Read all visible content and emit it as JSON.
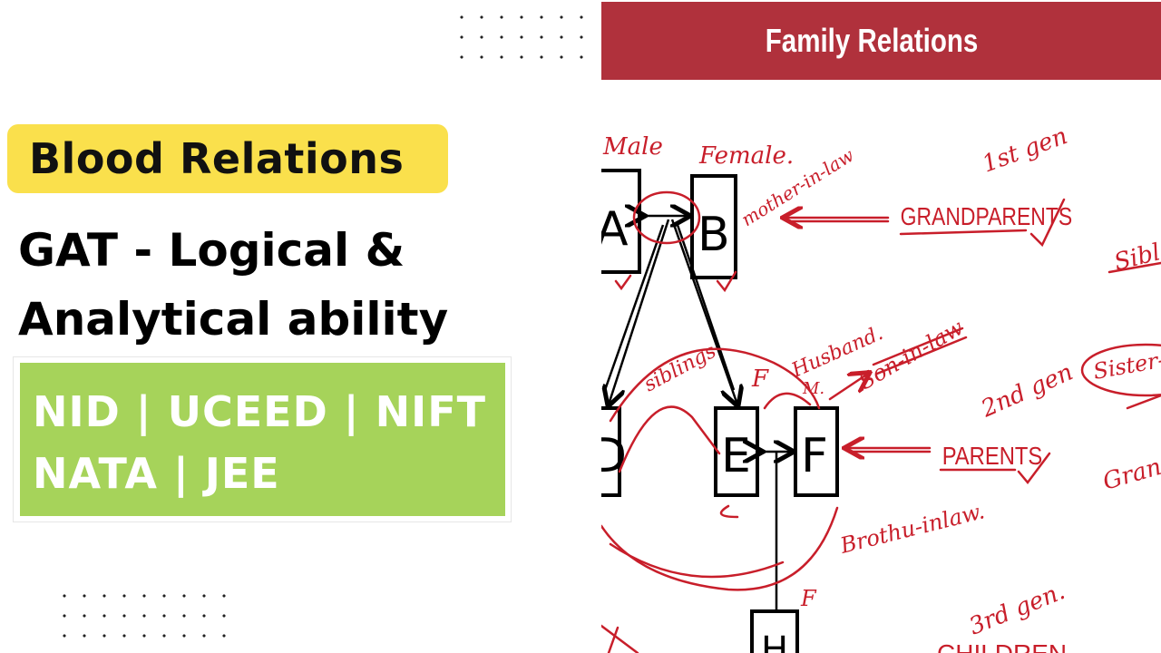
{
  "left_panel": {
    "topic_tag": "Blood Relations",
    "subtitle_line1": "GAT - Logical &",
    "subtitle_line2": "Analytical ability",
    "exams_line1": "NID | UCEED | NIFT",
    "exams_line2": "NATA | JEE"
  },
  "slide": {
    "title": "Family Relations",
    "accent_color": "#b0313c",
    "ink_color": "#c81e2a",
    "boxes": {
      "a": "A",
      "b": "B",
      "d": "D",
      "e": "E",
      "f": "F",
      "h": "H"
    },
    "annotations": {
      "male": "Male",
      "female": "Female.",
      "mother_in_law": "mother-in-law",
      "first_gen": "1st gen",
      "grandparents": "GRANDPARENTS",
      "siblings": "siblings",
      "f_above_e": "F",
      "husband": "Husband.",
      "m": "M.",
      "son_in_law": "Son-in-law",
      "second_gen": "2nd gen",
      "parents": "PARENTS",
      "brother_in_law": "Brothu-inlaw.",
      "f_near_h": "F",
      "third_gen": "3rd gen.",
      "children": "CHILDREN",
      "right_sib": "Sibl",
      "right_sister": "Sister-i",
      "right_gran": "Gran"
    }
  }
}
